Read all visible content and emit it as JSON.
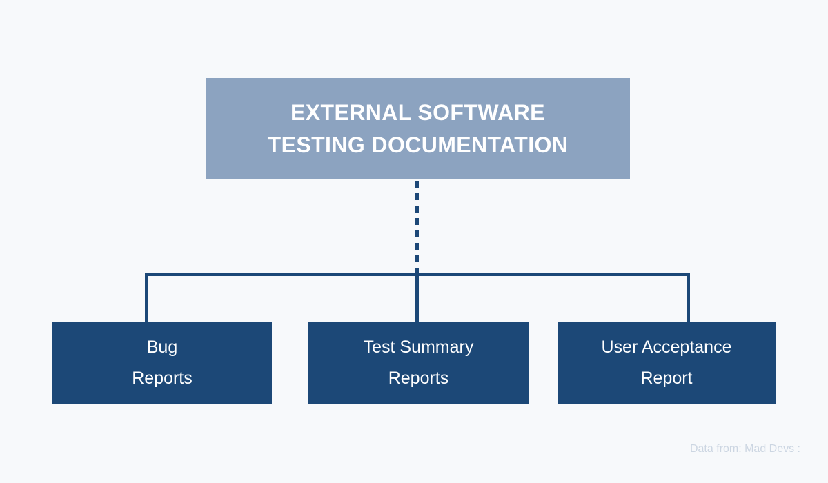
{
  "diagram": {
    "type": "hierarchy-tree",
    "background_color": "#f7f9fb",
    "root": {
      "label": "External Software\nTesting Documentation",
      "fill_color": "#8ca3c0",
      "text_color": "#ffffff"
    },
    "connector": {
      "style": "dotted-stem-with-horizontal-rail",
      "color": "#1c4877"
    },
    "children": [
      {
        "label": "Bug\nReports",
        "fill_color": "#1c4877",
        "text_color": "#ffffff"
      },
      {
        "label": "Test Summary\nReports",
        "fill_color": "#1c4877",
        "text_color": "#ffffff"
      },
      {
        "label": "User Acceptance\nReport",
        "fill_color": "#1c4877",
        "text_color": "#ffffff"
      }
    ]
  },
  "footer": {
    "attribution": "Data from: Mad Devs :",
    "text_color": "#ccd6e2"
  }
}
